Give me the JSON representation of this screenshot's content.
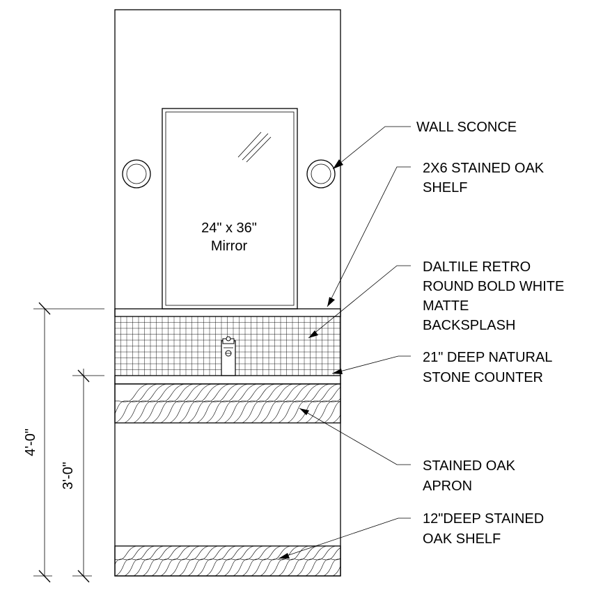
{
  "mirror": {
    "line1": "24\" x 36\"",
    "line2": "Mirror"
  },
  "callouts": [
    {
      "id": "wall-sconce",
      "lines": [
        "WALL SCONCE"
      ]
    },
    {
      "id": "oak-shelf",
      "lines": [
        "2X6 STAINED OAK",
        "SHELF"
      ]
    },
    {
      "id": "backsplash",
      "lines": [
        "DALTILE RETRO",
        "ROUND BOLD WHITE",
        "MATTE",
        "BACKSPLASH"
      ]
    },
    {
      "id": "counter",
      "lines": [
        "21\" DEEP NATURAL",
        "STONE COUNTER"
      ]
    },
    {
      "id": "apron",
      "lines": [
        "STAINED OAK",
        "APRON"
      ]
    },
    {
      "id": "bottom-shelf",
      "lines": [
        "12\"DEEP STAINED",
        "OAK SHELF"
      ]
    }
  ],
  "dimensions": {
    "shelf_height": "4'-0\"",
    "counter_height": "3'-0\""
  }
}
